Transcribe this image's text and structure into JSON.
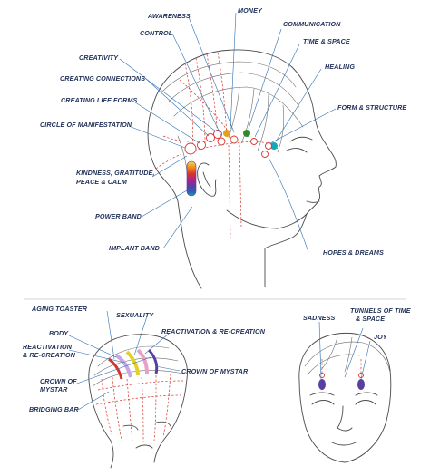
{
  "labels": {
    "awareness": "AWARENESS",
    "money": "MONEY",
    "control": "CONTROL",
    "communication": "COMMUNICATION",
    "time_space": "TIME & SPACE",
    "creativity": "CREATIVITY",
    "healing": "HEALING",
    "creating_connections": "CREATING CONNECTIONS",
    "creating_life_forms": "CREATING LIFE FORMS",
    "form_structure": "FORM & STRUCTURE",
    "circle_of_manifestation": "CIRCLE OF MANIFESTATION",
    "kindness_line1": "KINDNESS, GRATITUDE,",
    "kindness_line2": "PEACE & CALM",
    "power_band": "POWER BAND",
    "implant_band": "IMPLANT BAND",
    "hopes_dreams": "HOPES & DREAMS",
    "aging_toaster": "AGING TOASTER",
    "sexuality": "SEXUALITY",
    "body": "BODY",
    "reactivation_right": "REACTIVATION & RE-CREATION",
    "reactivation_left_line1": "REACTIVATION",
    "reactivation_left_line2": "& RE-CREATION",
    "crown_of_mystar_left_line1": "CROWN OF",
    "crown_of_mystar_left_line2": "MYSTAR",
    "crown_of_mystar_right": "CROWN OF MYSTAR",
    "bridging_bar": "BRIDGING BAR",
    "sadness": "SADNESS",
    "tunnels_line1": "TUNNELS OF TIME",
    "tunnels_line2": "& SPACE",
    "joy": "JOY"
  },
  "colors": {
    "label_text": "#1f2f57",
    "leader_line": "#2f6fb3",
    "energy_dash": "#d8342c",
    "money_dot": "#e3a21a",
    "communication_dot": "#2f8a2f",
    "healing_dot": "#17a6b8",
    "eye_point": "#5a3fa0"
  },
  "power_band_gradient": [
    "#f2e13a",
    "#f08a1c",
    "#d8342c",
    "#b01f8e",
    "#5a3fa0",
    "#2a5fb8",
    "#1aa0a0"
  ]
}
